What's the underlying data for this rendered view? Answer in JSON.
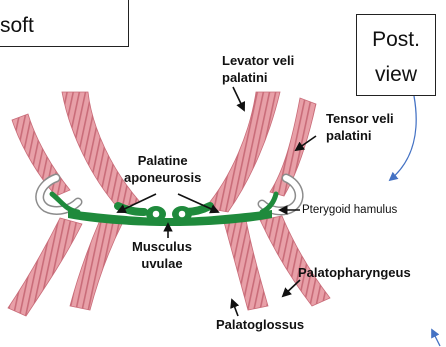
{
  "box_soft": {
    "text": "soft"
  },
  "box_view": {
    "line1": "Post.",
    "line2": "view"
  },
  "labels": {
    "levator": {
      "line1": "Levator veli",
      "line2": "palatini"
    },
    "tensor": {
      "line1": "Tensor veli",
      "line2": "palatini"
    },
    "palatine": {
      "line1": "Palatine",
      "line2": "aponeurosis"
    },
    "pterygoid": {
      "text": "Pterygoid hamulus"
    },
    "musculus": {
      "line1": "Musculus",
      "line2": "uvulae"
    },
    "palatopharyngeus": {
      "text": "Palatopharyngeus"
    },
    "palatoglossus": {
      "text": "Palatoglossus"
    }
  },
  "colors": {
    "muscle_fill": "#e8a0a8",
    "muscle_stripe": "#c96c79",
    "aponeurosis": "#1f8a3c",
    "arrow_blue": "#4472c4",
    "text": "#111111"
  }
}
